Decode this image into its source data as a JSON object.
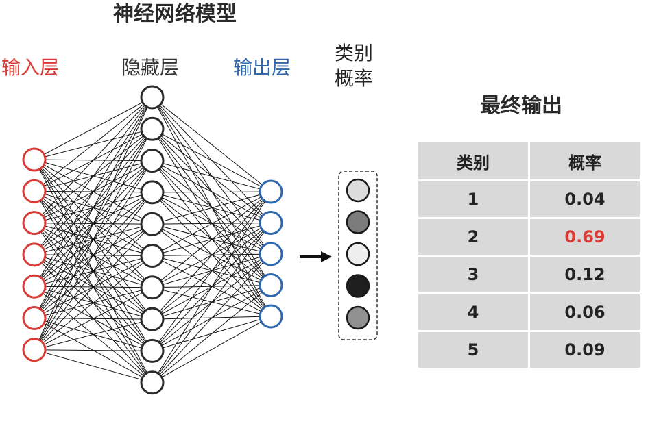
{
  "title": "神经网络模型",
  "labels": {
    "input_layer": "输入层",
    "hidden_layer": "隐藏层",
    "output_layer": "输出层",
    "class_prob_line1": "类别",
    "class_prob_line2": "概率"
  },
  "network": {
    "input_nodes": 7,
    "hidden_nodes": 10,
    "output_nodes": 5,
    "input_color": "#d93a36",
    "hidden_color": "#2b2b2b",
    "output_color": "#2e67ae",
    "probability_fills": [
      "#dcdcdc",
      "#7b7b7b",
      "#eeeeee",
      "#1e1e1e",
      "#909090"
    ]
  },
  "final_output": {
    "title": "最终输出",
    "headers": [
      "类别",
      "概率"
    ],
    "rows": [
      {
        "class": "1",
        "prob": "0.04",
        "highlight": false
      },
      {
        "class": "2",
        "prob": "0.69",
        "highlight": true
      },
      {
        "class": "3",
        "prob": "0.12",
        "highlight": false
      },
      {
        "class": "4",
        "prob": "0.06",
        "highlight": false
      },
      {
        "class": "5",
        "prob": "0.09",
        "highlight": false
      }
    ],
    "highlight_color": "#d93a36"
  }
}
